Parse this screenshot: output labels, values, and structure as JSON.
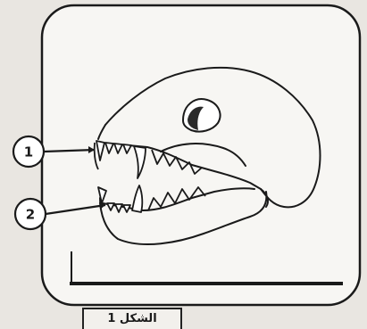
{
  "labels": {
    "label_1": "1",
    "label_2": "2"
  },
  "caption": {
    "text": "الشكل 1"
  },
  "colors": {
    "ink": "#1a1a1a",
    "panel": "#f7f6f3",
    "background": "#e9e6e1"
  }
}
